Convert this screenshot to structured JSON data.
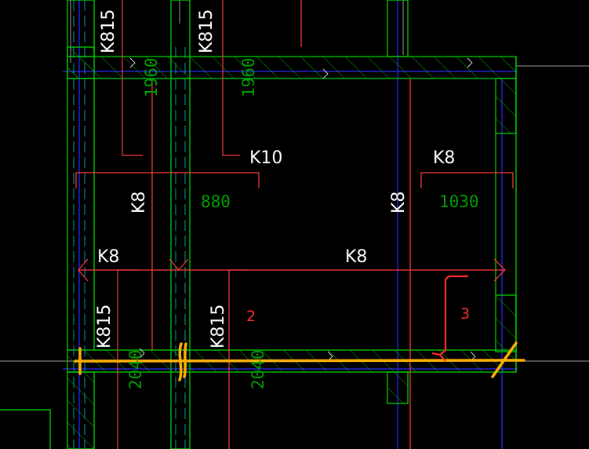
{
  "colors": {
    "background": "#000000",
    "wall": "#00c000",
    "axis": "#2a2aff",
    "rebar": "#ff3b3b",
    "label": "#ffffff",
    "dimension": "#00a000",
    "markup": "#ffb000",
    "annotation": "#ff2b2b",
    "guide": "#00a0a0"
  },
  "labels": {
    "k815_top_left": "K815",
    "k815_top_mid": "K815",
    "k10": "K10",
    "k8_top_right": "K8",
    "k8_vertical_left": "K8",
    "k8_vertical_mid": "K8",
    "k8_left": "K8",
    "k8_right": "K8",
    "k815_bottom_left": "K815",
    "k815_bottom_mid": "K815"
  },
  "dimensions": {
    "d1960_left": "1960",
    "d1960_mid": "1960",
    "d880": "880",
    "d1030": "1030",
    "d2040_left": "2040",
    "d2040_mid": "2040"
  },
  "annotations": {
    "zone_2": "2",
    "zone_3": "3"
  }
}
